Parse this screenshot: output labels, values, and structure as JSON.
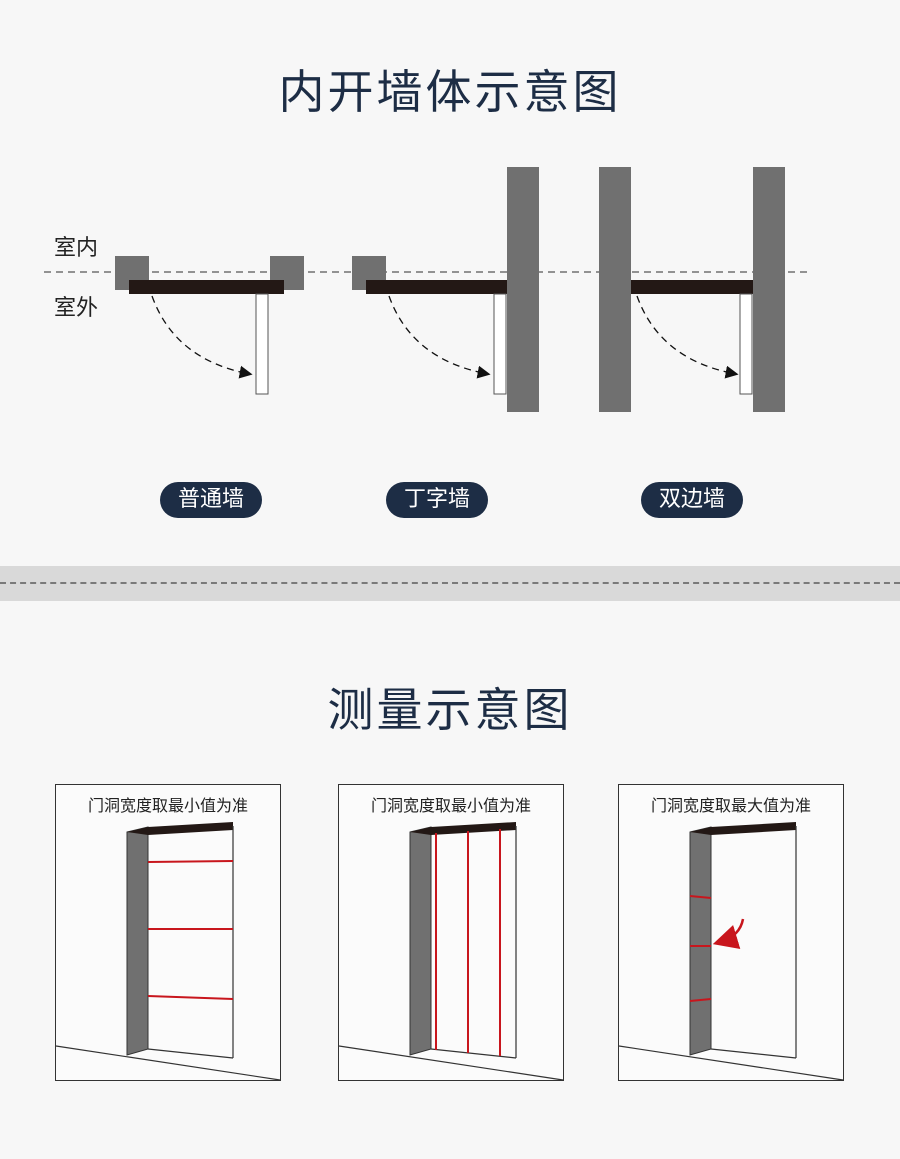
{
  "top_section": {
    "title": "内开墙体示意图",
    "labels": {
      "indoor": "室内",
      "outdoor": "室外"
    },
    "wall_types": [
      {
        "label": "普通墙"
      },
      {
        "label": "丁字墙"
      },
      {
        "label": "双边墙"
      }
    ]
  },
  "bottom_section": {
    "title": "测量示意图",
    "panels": [
      {
        "caption": "门洞宽度取最小值为准"
      },
      {
        "caption": "门洞宽度取最小值为准"
      },
      {
        "caption": "门洞宽度取最大值为准"
      }
    ]
  },
  "colors": {
    "title_text": "#1d2d45",
    "pill_background": "#1d2d45",
    "wall_gray": "#707070",
    "door_frame": "#231815",
    "measure_red": "#c8161d",
    "divider_band": "#d9d9d9"
  }
}
